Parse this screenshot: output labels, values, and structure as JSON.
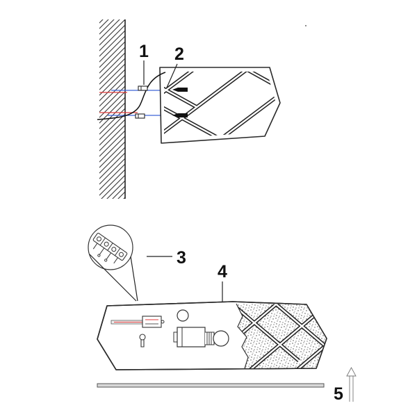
{
  "callouts": [
    {
      "label": "1"
    },
    {
      "label": "2"
    },
    {
      "label": "3"
    },
    {
      "label": "4"
    },
    {
      "label": "5"
    }
  ],
  "colors": {
    "red_line": "#e03a3a",
    "blue_line": "#3f63d8",
    "outline": "#2a2a2a"
  },
  "icons": {
    "direction": "up-arrow-icon"
  }
}
